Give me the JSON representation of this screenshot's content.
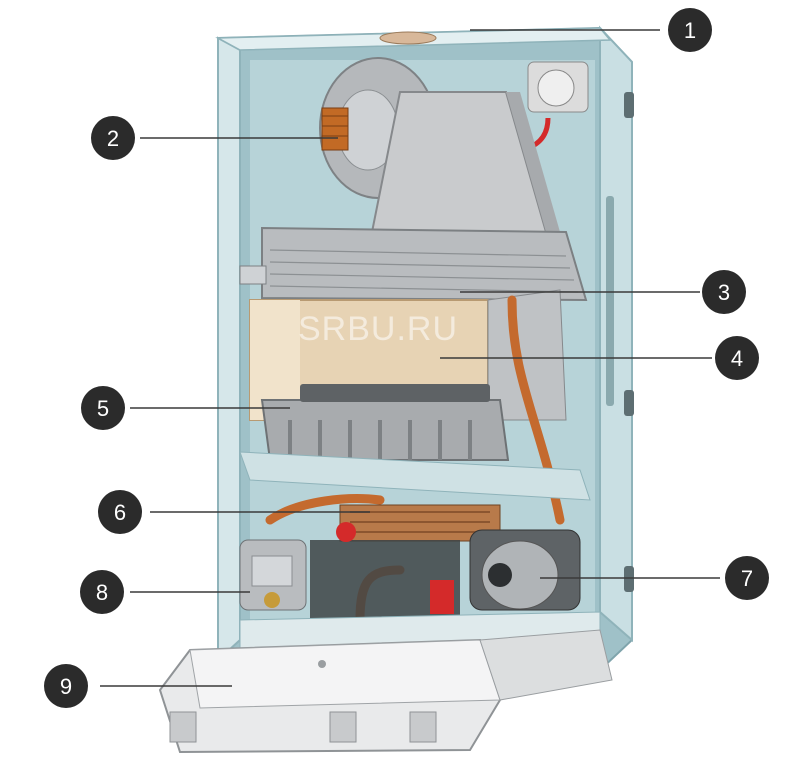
{
  "watermark": "SRBU.RU",
  "colors": {
    "callout_fill": "#2b2b2b",
    "callout_text": "#ffffff",
    "leader_line": "#3a3a3a",
    "casing_blue": "#a9c9cf",
    "casing_edge": "#8fb3ba",
    "copper": "#c46a2e",
    "fire_chamber": "#e7d3b4",
    "steel": "#b9bcbf"
  },
  "callouts": [
    {
      "label": "1"
    },
    {
      "label": "2"
    },
    {
      "label": "3"
    },
    {
      "label": "4"
    },
    {
      "label": "5"
    },
    {
      "label": "6"
    },
    {
      "label": "7"
    },
    {
      "label": "8"
    },
    {
      "label": "9"
    }
  ]
}
